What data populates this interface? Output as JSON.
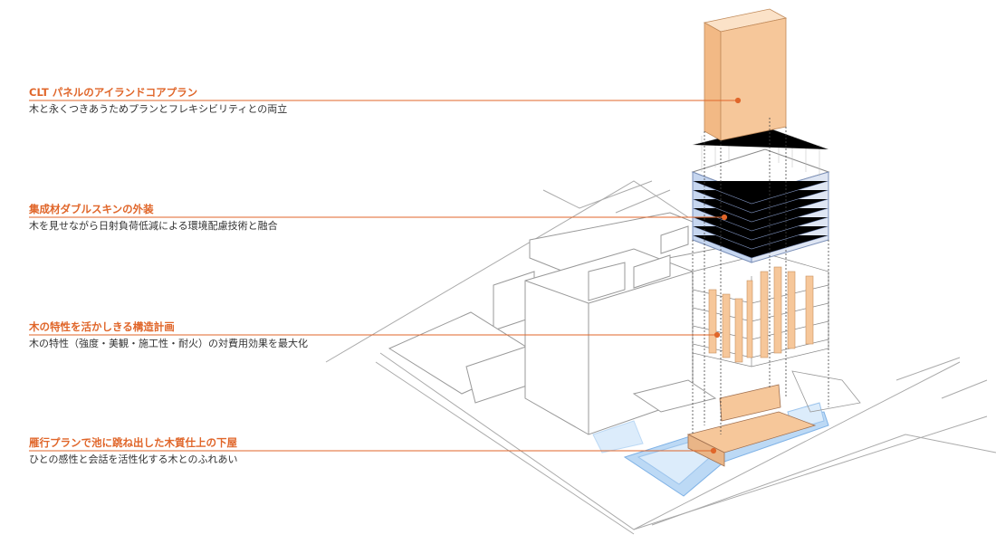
{
  "annotations": [
    {
      "title": "CLT パネルのアイランドコアプラン",
      "description": "木と永くつきあうためプランとフレキシビリティとの両立"
    },
    {
      "title": "集成材ダブルスキンの外装",
      "description": "木を見せながら日射負荷低減による環境配慮技術と融合"
    },
    {
      "title": "木の特性を活かしきる構造計画",
      "description": "木の特性（強度・美観・施工性・耐火）の対費用効果を最大化"
    },
    {
      "title": "雁行プランで池に跳ね出した木質仕上の下屋",
      "description": "ひとの感性と会話を活性化する木とのふれあい"
    }
  ],
  "colors": {
    "accent": "#e0662a",
    "wood": "#f6c79a",
    "water": "#bcd9f5",
    "line": "#9a9a9a"
  }
}
